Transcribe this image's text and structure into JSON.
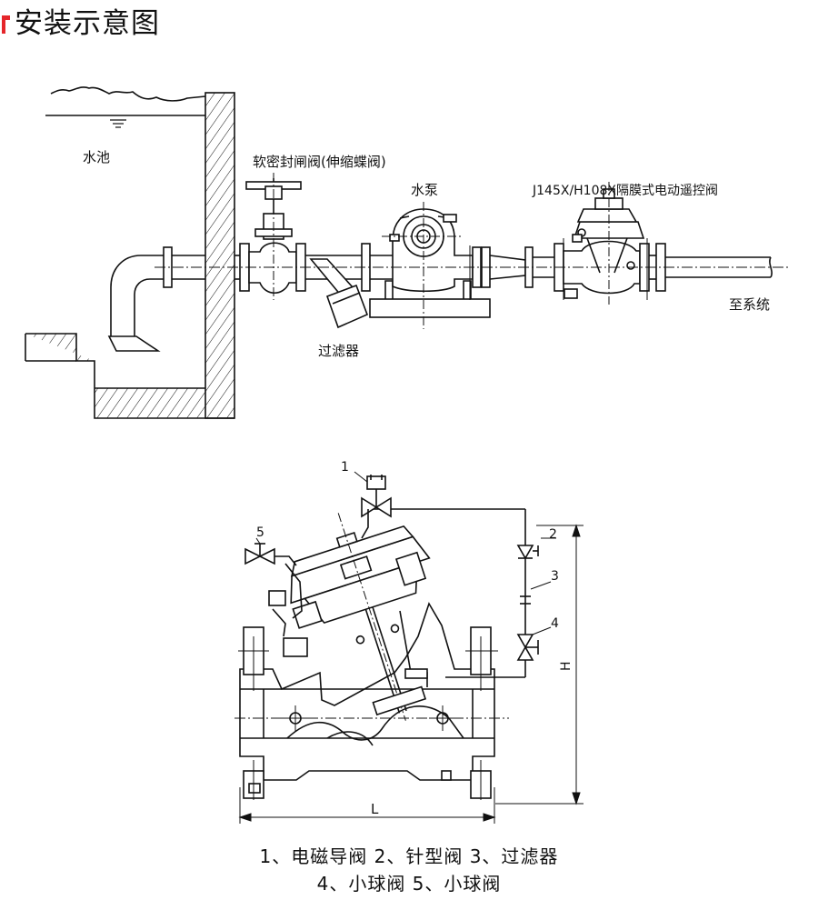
{
  "page": {
    "title": "安装示意图",
    "accent_color": "#e5262b"
  },
  "installation": {
    "pool_label": "水池",
    "gate_valve_label": "软密封闸阀(伸缩蝶阀)",
    "pump_label": "水泵",
    "main_valve_label": "J145X/H108X隔膜式电动遥控阀",
    "filter_label": "过滤器",
    "to_system_label": "至系统"
  },
  "detail": {
    "callouts": [
      "1",
      "2",
      "3",
      "4",
      "5"
    ],
    "dim_height_label": "H",
    "dim_length_label": "L"
  },
  "legend": {
    "line1": "1、电磁导阀 2、针型阀 3、过滤器",
    "line2": "4、小球阀 5、小球阀"
  }
}
